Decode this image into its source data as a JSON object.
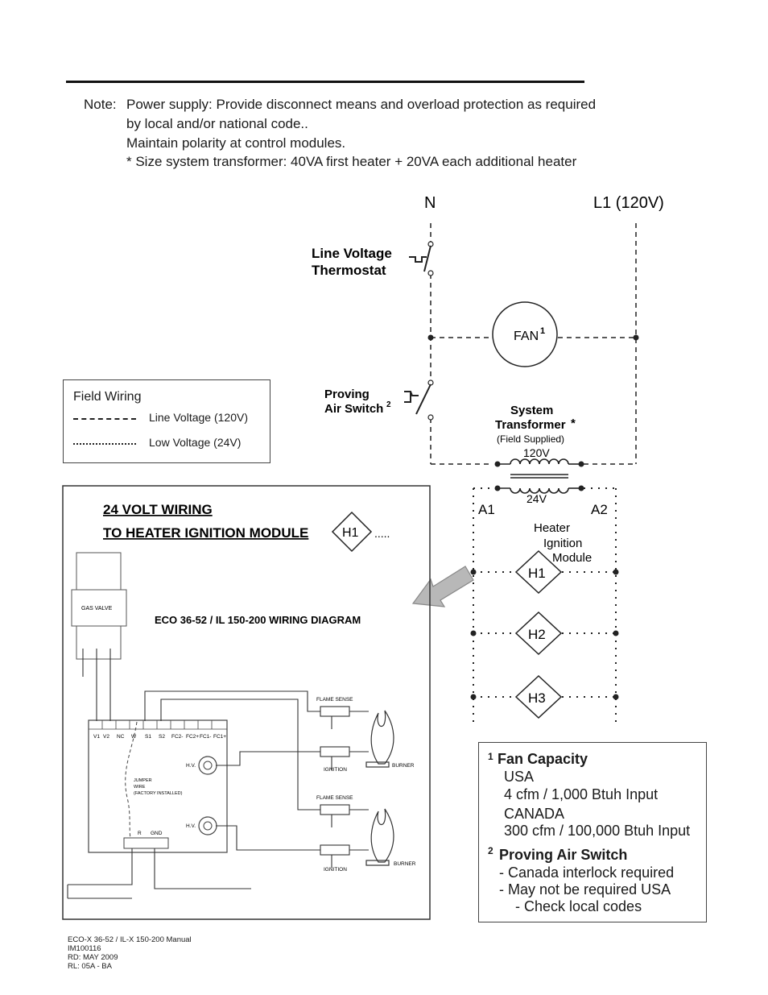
{
  "note": {
    "label": "Note:",
    "lines": [
      "Power supply: Provide disconnect means and overload protection as required",
      "by local and/or national code..",
      "Maintain polarity at control modules.",
      "* Size system transformer:   40VA first heater + 20VA each additional heater"
    ]
  },
  "power": {
    "neutral": "N",
    "line": "L1 (120V)"
  },
  "labels": {
    "thermostat_1": "Line Voltage",
    "thermostat_2": "Thermostat",
    "fan": "FAN",
    "fan_sup": "1",
    "proving_1": "Proving",
    "proving_2": "Air Switch",
    "proving_sup": "2",
    "transformer_1": "System",
    "transformer_2": "Transformer",
    "transformer_star": "*",
    "transformer_3": "(Field Supplied)",
    "primary_v": "120V",
    "secondary_v": "24V",
    "a1": "A1",
    "a2": "A2",
    "module_1": "Heater",
    "module_2": "Ignition",
    "module_3": "Module",
    "h1": "H1",
    "h2": "H2",
    "h3": "H3"
  },
  "legend": {
    "title": "Field Wiring",
    "line_voltage": "Line Voltage (120V)",
    "low_voltage": "Low Voltage (24V)"
  },
  "inset": {
    "heading_1": "24 VOLT WIRING",
    "heading_2": "TO HEATER IGNITION MODULE",
    "heading_tag": "H1",
    "heading_dots": ".....",
    "gas_valve": "GAS VALVE",
    "diagram_title": "ECO 36-52 / IL 150-200 WIRING DIAGRAM",
    "terminals": [
      "V1",
      "V2",
      "NC",
      "W",
      "S1",
      "S2",
      "FC2-",
      "FC2+",
      "FC1-",
      "FC1+"
    ],
    "hv": "H.V.",
    "jumper_1": "JUMPER",
    "jumper_2": "WIRE",
    "jumper_3": "(FACTORY INSTALLED)",
    "r": "R",
    "gnd": "GND",
    "flame_sense": "FLAME SENSE",
    "ignition": "IGNITION",
    "burner": "BURNER"
  },
  "capacity": {
    "fan_num": "1",
    "fan_title": "Fan Capacity",
    "usa": "USA",
    "usa_value": "4 cfm / 1,000 Btuh Input",
    "canada": "CANADA",
    "canada_value": "300 cfm / 100,000 Btuh Input",
    "switch_num": "2",
    "switch_title": "Proving Air Switch",
    "switch_1": "- Canada interlock required",
    "switch_2": "- May not be required USA",
    "switch_3": "- Check local codes"
  },
  "footer": [
    "ECO-X 36-52 / IL-X 150-200 Manual",
    "IM100116",
    "RD: MAY 2009",
    "RL: 05A - BA"
  ]
}
